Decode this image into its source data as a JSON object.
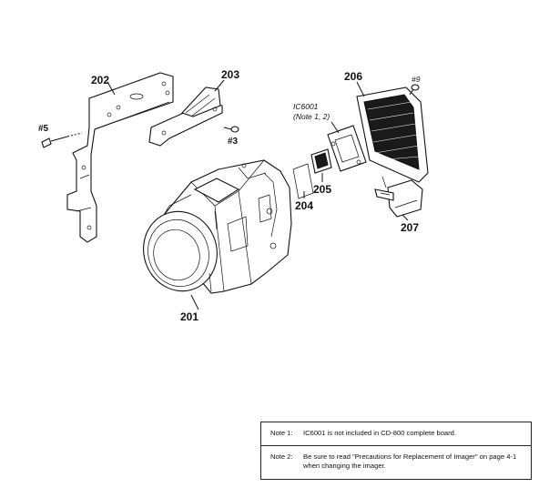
{
  "labels": {
    "p201": "201",
    "p202": "202",
    "p203": "203",
    "p204": "204",
    "p205": "205",
    "p206": "206",
    "p207": "207",
    "s5": "#5",
    "s3": "#3",
    "s9": "#9",
    "ic": "IC6001",
    "ic_note": "(Note 1, 2)"
  },
  "notes": [
    {
      "label": "Note 1:",
      "text": "IC6001 is not included in CD-800 complete board."
    },
    {
      "label": "Note 2:",
      "text": "Be sure to read \"Precautions for Replacement of Imager\" on page 4-1 when changing the imager."
    }
  ]
}
